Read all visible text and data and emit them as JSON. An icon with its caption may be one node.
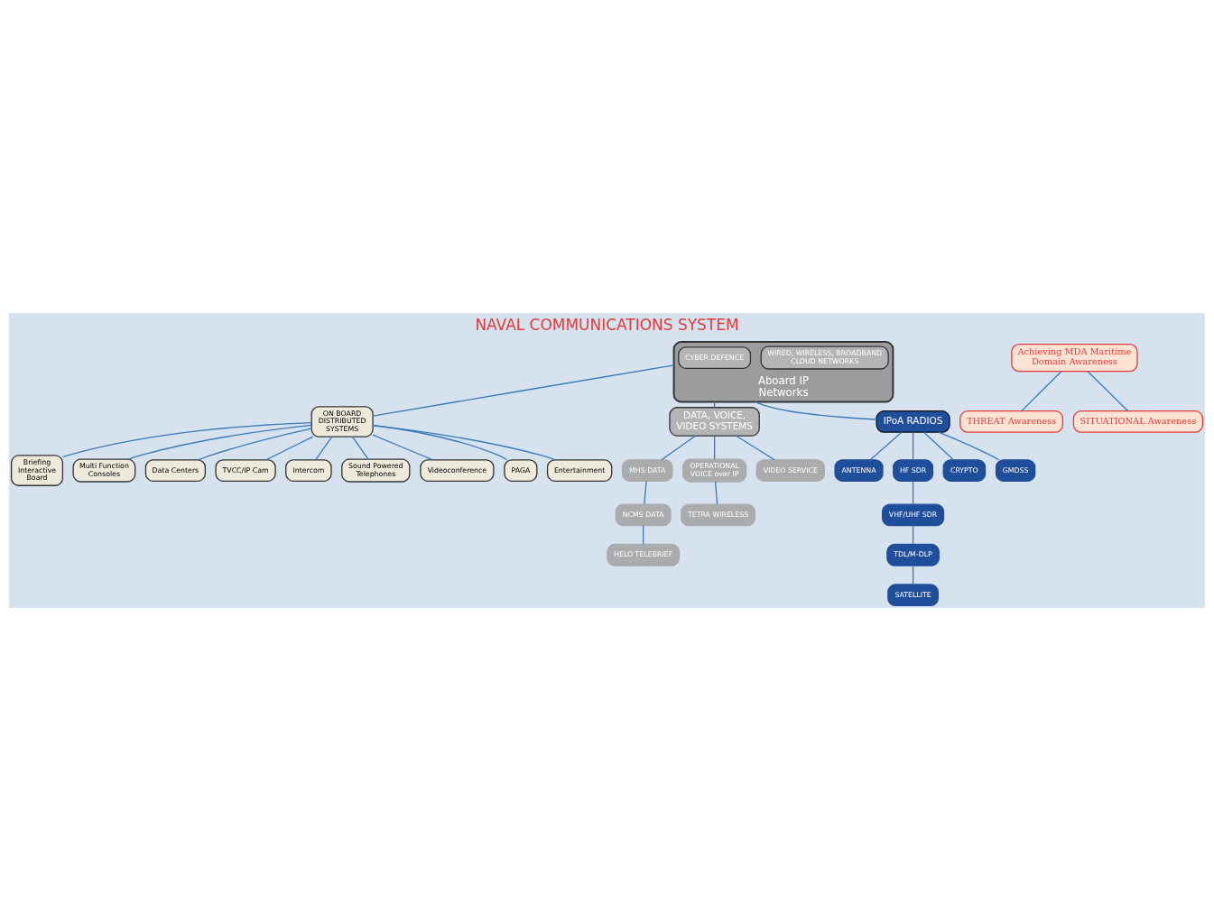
{
  "diagram": {
    "title": "NAVAL COMMUNICATIONS SYSTEM",
    "nodes": [
      {
        "text": [
          "Aboard IP Networks"
        ]
      },
      {
        "text": [
          "WIRED, WIRELESS, BROADBAND CLOUD NETWORKS"
        ],
        "in": 0
      },
      {
        "text": [
          "CYBER DEFENCE"
        ],
        "in": 0
      },
      {
        "text": [
          "ON BOARD DISTRIBUTED SYSTEMS"
        ]
      },
      {
        "text": [
          "DATA, VOICE, VIDEO SYSTEMS"
        ]
      },
      {
        "text": [
          "IPoA RADIOS"
        ]
      },
      {
        "text": [
          "Briefing Interactive Board"
        ]
      },
      {
        "text": [
          "Multi Function Consoles"
        ]
      },
      {
        "text": [
          "Data Centers"
        ]
      },
      {
        "text": [
          "TVCC/IP Cam"
        ]
      },
      {
        "text": [
          "Intercom"
        ]
      },
      {
        "text": [
          "Sound Powered Telephones"
        ]
      },
      {
        "text": [
          "Videoconference"
        ]
      },
      {
        "text": [
          "PAGA"
        ]
      },
      {
        "text": [
          "Entertainment"
        ]
      },
      {
        "text": [
          "MHS DATA"
        ]
      },
      {
        "text": [
          "NCMS DATA"
        ]
      },
      {
        "text": [
          "HELO TELEBRIEF"
        ]
      },
      {
        "text": [
          "OPERATIONAL VOICE over IP"
        ]
      },
      {
        "text": [
          "TETRA WIRELESS"
        ]
      },
      {
        "text": [
          "VIDEO SERVICE"
        ]
      },
      {
        "text": [
          "ANTENNA"
        ]
      },
      {
        "text": [
          "HF SDR"
        ]
      },
      {
        "text": [
          "VHF/UHF SDR"
        ]
      },
      {
        "text": [
          "TDL/M-DLP"
        ]
      },
      {
        "text": [
          "SATELLITE"
        ]
      },
      {
        "text": [
          "CRYPTO"
        ]
      },
      {
        "text": [
          "GMDSS"
        ]
      },
      {
        "text": [
          "Achieving MDA Maritime Domain Awareness"
        ]
      },
      {
        "text": [
          "THREAT Awareness"
        ]
      },
      {
        "text": [
          "SITUATIONAL Awareness"
        ]
      }
    ],
    "edges": [
      {
        "from": 0,
        "to": 3,
        "arrow": "none"
      },
      {
        "from": 0,
        "to": 4,
        "arrow": "none"
      },
      {
        "from": 0,
        "to": 5,
        "arrow": "none"
      },
      {
        "from": 3,
        "to": 6,
        "arrow": "none"
      },
      {
        "from": 3,
        "to": 7,
        "arrow": "none"
      },
      {
        "from": 3,
        "to": 8,
        "arrow": "none"
      },
      {
        "from": 3,
        "to": 9,
        "arrow": "none"
      },
      {
        "from": 3,
        "to": 10,
        "arrow": "none"
      },
      {
        "from": 3,
        "to": 11,
        "arrow": "none"
      },
      {
        "from": 3,
        "to": 12,
        "arrow": "none"
      },
      {
        "from": 3,
        "to": 13,
        "arrow": "none"
      },
      {
        "from": 3,
        "to": 14,
        "arrow": "none"
      },
      {
        "from": 4,
        "to": 15,
        "arrow": "none"
      },
      {
        "from": 15,
        "to": 16,
        "arrow": "none"
      },
      {
        "from": 16,
        "to": 17,
        "arrow": "none"
      },
      {
        "from": 4,
        "to": 18,
        "arrow": "none"
      },
      {
        "from": 18,
        "to": 19,
        "arrow": "none"
      },
      {
        "from": 4,
        "to": 20,
        "arrow": "none"
      },
      {
        "from": 5,
        "to": 21,
        "arrow": "none"
      },
      {
        "from": 5,
        "to": 22,
        "arrow": "none"
      },
      {
        "from": 22,
        "to": 23,
        "arrow": "none"
      },
      {
        "from": 23,
        "to": 24,
        "arrow": "none"
      },
      {
        "from": 24,
        "to": 25,
        "arrow": "none"
      },
      {
        "from": 5,
        "to": 26,
        "arrow": "none"
      },
      {
        "from": 5,
        "to": 27,
        "arrow": "none"
      },
      {
        "from": 28,
        "to": 29,
        "arrow": "none"
      },
      {
        "from": 28,
        "to": 30,
        "arrow": "none"
      }
    ]
  }
}
